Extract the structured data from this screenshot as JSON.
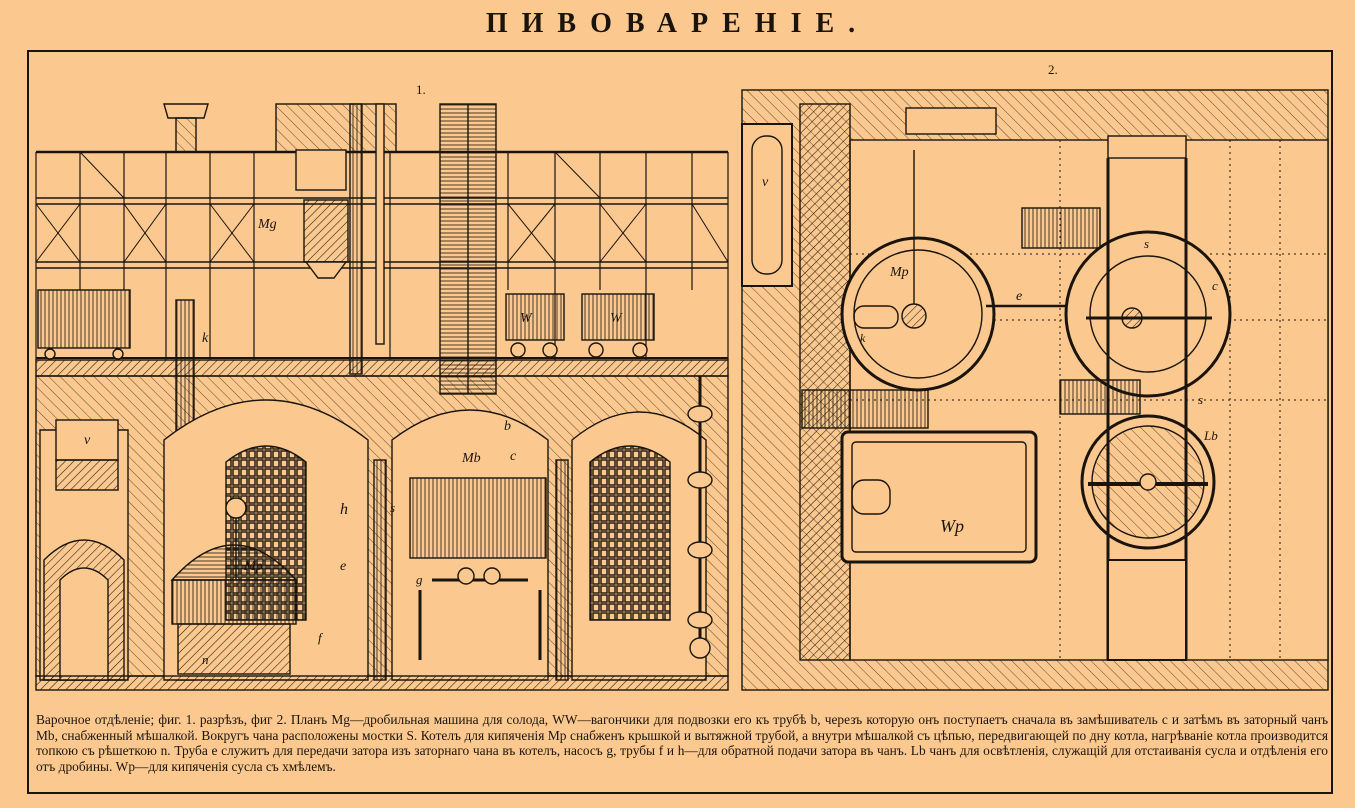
{
  "title": "ПИВОВАРЕНІЕ.",
  "figures": {
    "fig1": {
      "number": "1."
    },
    "fig2": {
      "number": "2."
    }
  },
  "labels": {
    "mg": "Мg",
    "w1": "W",
    "w2": "W",
    "k": "k",
    "b": "b",
    "mb": "Мb",
    "c": "c",
    "v": "v",
    "h": "h",
    "mp": "Мр",
    "e": "e",
    "s": "s",
    "g": "g",
    "f": "f",
    "n": "n",
    "p2_v": "v",
    "p2_mp": "Мр",
    "p2_k": "k",
    "p2_e": "e",
    "p2_s": "s",
    "p2_c": "c",
    "p2_s2": "s",
    "p2_lb": "Lb",
    "p2_wp": "Wр"
  },
  "caption": "Варочное отдѣленіе; фиг. 1. разрѣзъ, фиг 2. Планъ Мg—дробильная машина для солода, WW—вагончики для подвозки его къ трубѣ b, черезъ которую онъ поступаетъ сначала въ замѣшиватель с и затѣмъ въ заторный чанъ Мb, снабженный мѣшалкой. Вокругъ чана расположены мостки S. Котелъ для кипяченія Мр снабженъ крышкой и вытяжной трубой, а внутри мѣшалкой съ цѣпью, передвигающей по дну котла, нагрѣваніе котла производится топкою съ рѣшеткою n. Труба е служитъ для передачи затора изъ заторнаго чана въ котелъ, насосъ g, трубы f и h—для обратной подачи затора въ чанъ. Lb чанъ для освѣтленія, служащій для отстаиванія сусла и отдѣленія его отъ дробины. Wр—для кипяченія сусла съ хмѣлемъ."
}
